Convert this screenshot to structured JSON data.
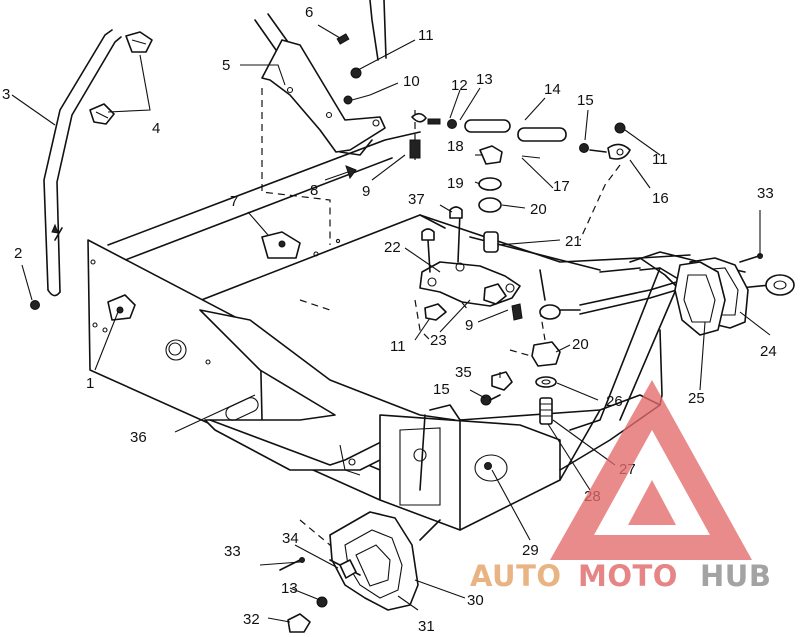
{
  "diagram": {
    "callouts": [
      {
        "id": "c1",
        "text": "1"
      },
      {
        "id": "c2",
        "text": "2"
      },
      {
        "id": "c3",
        "text": "3"
      },
      {
        "id": "c4",
        "text": "4"
      },
      {
        "id": "c5",
        "text": "5"
      },
      {
        "id": "c6",
        "text": "6"
      },
      {
        "id": "c7",
        "text": "7"
      },
      {
        "id": "c8",
        "text": "8"
      },
      {
        "id": "c9a",
        "text": "9"
      },
      {
        "id": "c9b",
        "text": "9"
      },
      {
        "id": "c10",
        "text": "10"
      },
      {
        "id": "c11a",
        "text": "11"
      },
      {
        "id": "c11b",
        "text": "11"
      },
      {
        "id": "c11c",
        "text": "11"
      },
      {
        "id": "c12",
        "text": "12"
      },
      {
        "id": "c13a",
        "text": "13"
      },
      {
        "id": "c13b",
        "text": "13"
      },
      {
        "id": "c14",
        "text": "14"
      },
      {
        "id": "c15a",
        "text": "15"
      },
      {
        "id": "c15b",
        "text": "15"
      },
      {
        "id": "c16",
        "text": "16"
      },
      {
        "id": "c17",
        "text": "17"
      },
      {
        "id": "c18",
        "text": "18"
      },
      {
        "id": "c19",
        "text": "19"
      },
      {
        "id": "c20a",
        "text": "20"
      },
      {
        "id": "c20b",
        "text": "20"
      },
      {
        "id": "c21",
        "text": "21"
      },
      {
        "id": "c22",
        "text": "22"
      },
      {
        "id": "c23",
        "text": "23"
      },
      {
        "id": "c24",
        "text": "24"
      },
      {
        "id": "c25",
        "text": "25"
      },
      {
        "id": "c26",
        "text": "26"
      },
      {
        "id": "c27",
        "text": "27"
      },
      {
        "id": "c28",
        "text": "28"
      },
      {
        "id": "c29",
        "text": "29"
      },
      {
        "id": "c30",
        "text": "30"
      },
      {
        "id": "c31",
        "text": "31"
      },
      {
        "id": "c32",
        "text": "32"
      },
      {
        "id": "c33a",
        "text": "33"
      },
      {
        "id": "c33b",
        "text": "33"
      },
      {
        "id": "c34",
        "text": "34"
      },
      {
        "id": "c35",
        "text": "35"
      },
      {
        "id": "c36",
        "text": "36"
      },
      {
        "id": "c37",
        "text": "37"
      }
    ]
  },
  "watermark": {
    "part1": "AUTO",
    "part2": "MOTO",
    "part3": "HUB",
    "colors": {
      "part1": "#e3a062",
      "part2": "#e06464",
      "part3": "#8a8a8a",
      "triangle": "#e56b6b"
    }
  }
}
